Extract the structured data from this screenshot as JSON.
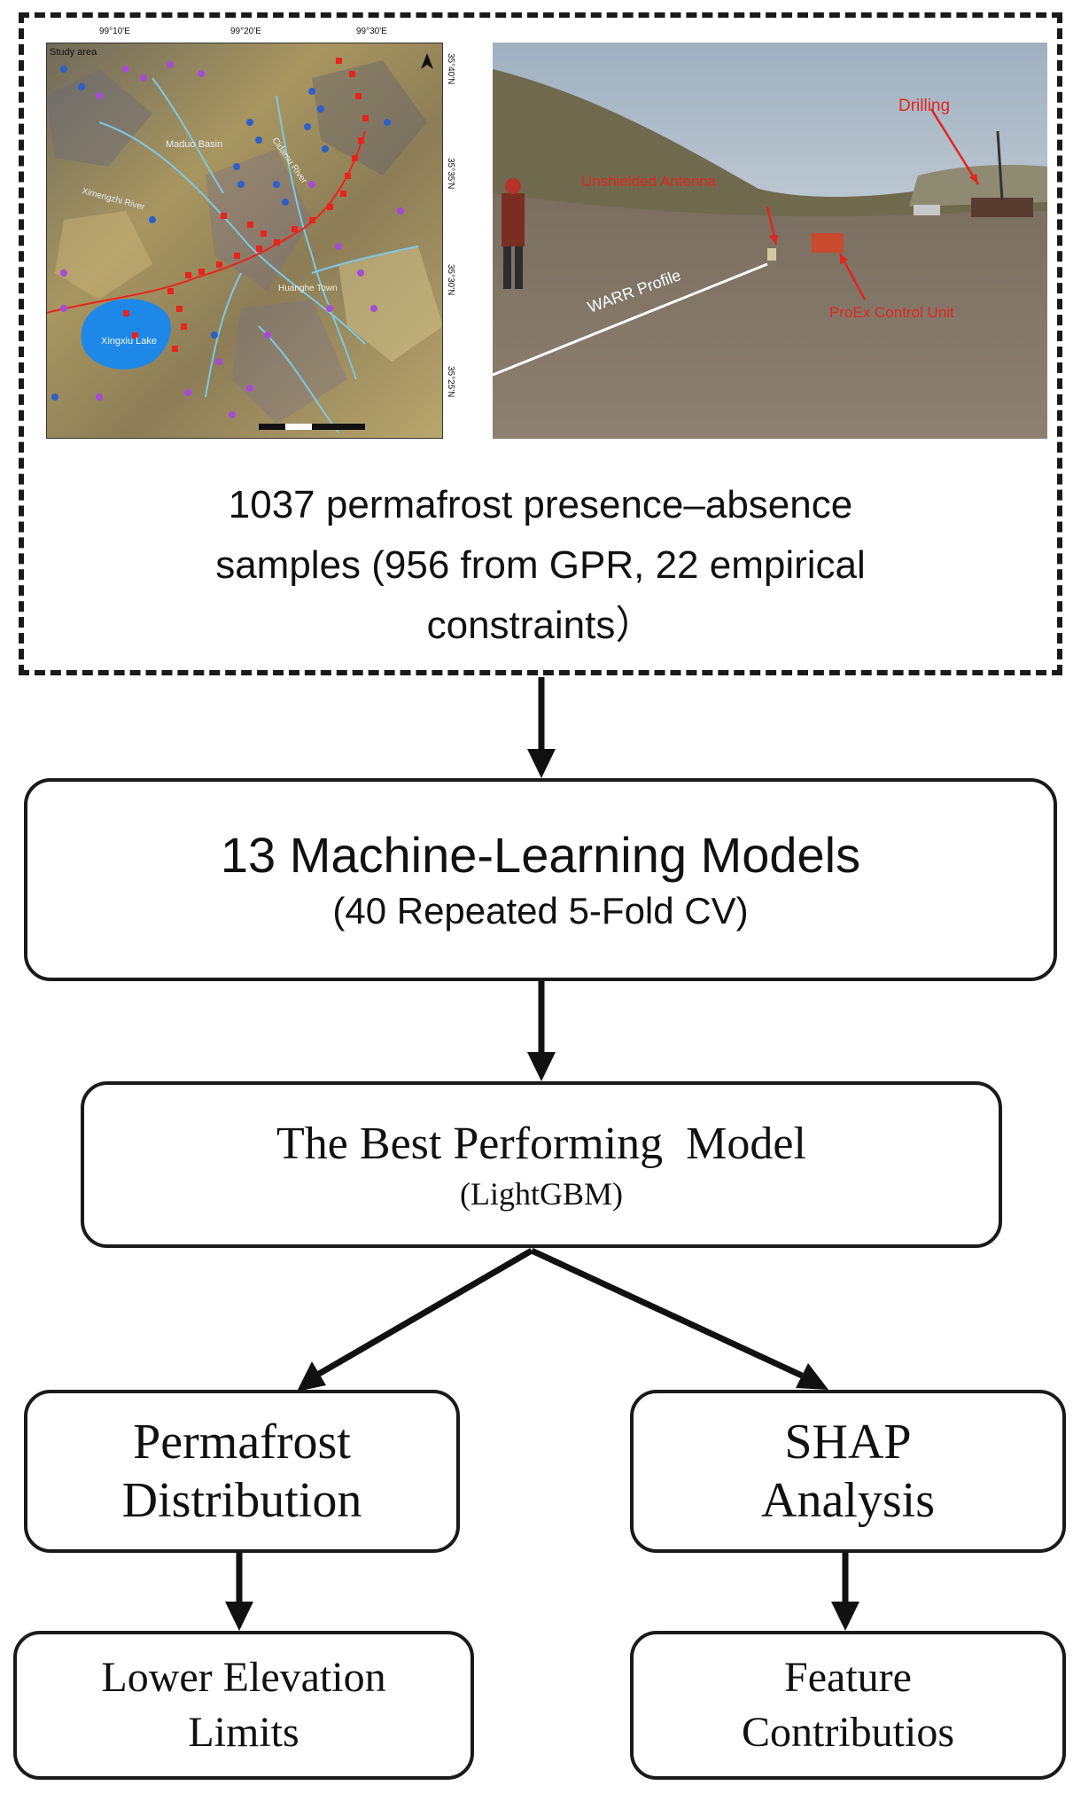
{
  "data_source": {
    "map": {
      "title": "Study area",
      "lon_ticks": [
        "99°10'E",
        "99°20'E",
        "99°30'E"
      ],
      "lat_ticks": [
        "35°40'N",
        "35°35'N",
        "35°30'N",
        "35°25'N"
      ],
      "labels": {
        "basin": "Maduo Basin",
        "lake": "Xingxiu Lake",
        "town": "Huanghe Town",
        "river_west": "Ximengzhi River",
        "river_mid": "Cidamu River"
      },
      "colors": {
        "terrain": "#9c8a55",
        "lake": "#1e88e8",
        "river": "#7ec8e3",
        "presence": "#e8241c",
        "absence": "#2d5fc8",
        "other": "#a64bd6"
      }
    },
    "photo": {
      "labels": {
        "drilling": "Drilling",
        "antenna": "Unshielded Antenna",
        "profile": "WARR Profile",
        "control_unit": "ProEx Control Unit"
      },
      "annotation_color": "#e0261d"
    },
    "caption_lines": [
      "1037 permafrost presence–absence",
      "samples (956 from GPR, 22 empirical",
      "constraints）"
    ]
  },
  "models": {
    "title": "13 Machine-Learning Models",
    "subtitle": "(40 Repeated 5-Fold CV)"
  },
  "best": {
    "title": "The Best Performing  Model",
    "subtitle": "(LightGBM)"
  },
  "branches": {
    "left": {
      "title_lines": [
        "Permafrost",
        "Distribution"
      ],
      "result_lines": [
        "Lower Elevation",
        "Limits"
      ]
    },
    "right": {
      "title_lines": [
        "SHAP",
        "Analysis"
      ],
      "result_lines": [
        "Feature",
        "Contributios"
      ]
    }
  }
}
